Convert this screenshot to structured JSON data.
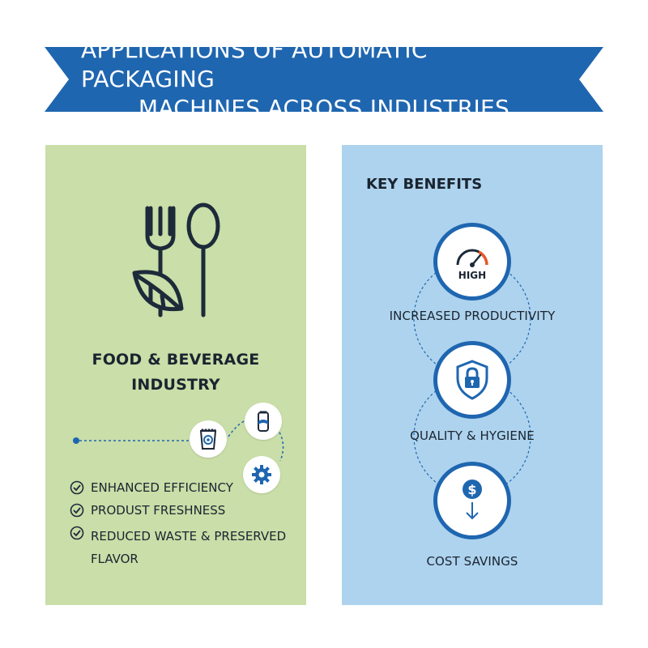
{
  "banner": {
    "line1": "APPLICATIONS OF AUTOMATIC PACKAGING",
    "line2": "MACHINES ACROSS INDUSTRIES",
    "color": "#1f66b0"
  },
  "left_panel": {
    "background": "#c9dea8",
    "icon": "fork-spoon-leaf-icon",
    "title_line1": "FOOD & BEVERAGE",
    "title_line2": "INDUSTRY",
    "small_icons": [
      "snack-bag-icon",
      "beverage-can-icon",
      "gear-icon"
    ],
    "benefits": [
      "ENHANCED EFFICIENCY",
      "PRODUST FRESHNESS",
      "REDUCED WASTE & PRESERVED FLAVOR"
    ]
  },
  "right_panel": {
    "background": "#aed3ee",
    "title": "KEY BENEFITS",
    "items": [
      {
        "icon": "speedometer-icon",
        "icon_label": "HIGH",
        "caption": "INCREASED PRODUCTIVITY"
      },
      {
        "icon": "shield-lock-icon",
        "icon_label": "",
        "caption": "QUALITY & HYGIENE"
      },
      {
        "icon": "dollar-down-arrow-icon",
        "icon_label": "",
        "caption": "COST SAVINGS"
      }
    ]
  }
}
